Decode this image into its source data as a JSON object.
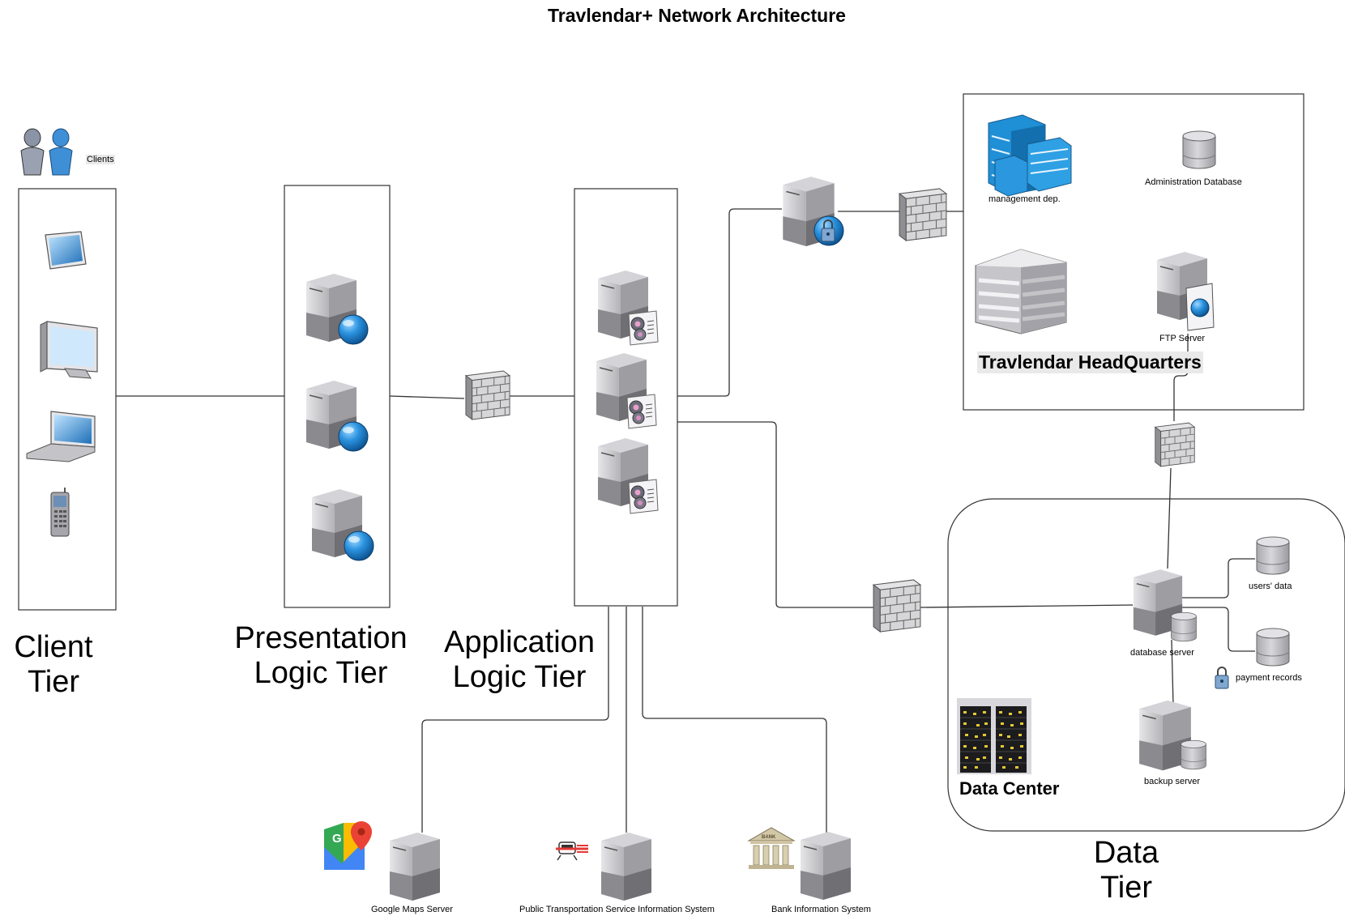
{
  "diagram": {
    "title": "Travlendar+ Network Architecture",
    "tiers": {
      "client": [
        "Client",
        "Tier"
      ],
      "presentation": [
        "Presentation",
        "Logic Tier"
      ],
      "application": [
        "Application",
        "Logic Tier"
      ],
      "data": [
        "Data",
        "Tier"
      ]
    },
    "clients_label": "Clients",
    "headquarters": {
      "title": "Travlendar HeadQuarters",
      "management": "management dep.",
      "admin_db": "Administration Database",
      "ftp": "FTP Server"
    },
    "data_center": {
      "title": "Data Center",
      "database_server": "database server",
      "users_data": "users' data",
      "payment_records": "payment records",
      "backup_server": "backup server"
    },
    "external": {
      "google_maps": "Google Maps Server",
      "public_transport": "Public Transportation Service Information System",
      "bank": "Bank Information System",
      "bank_sign": "BANK"
    },
    "colors": {
      "line": "#333333",
      "server_gray": "#bcbcbe",
      "globe_blue": "#1a7fd0",
      "building_blue": "#1f8fd6",
      "wall_gray": "#c8c8c8"
    }
  }
}
